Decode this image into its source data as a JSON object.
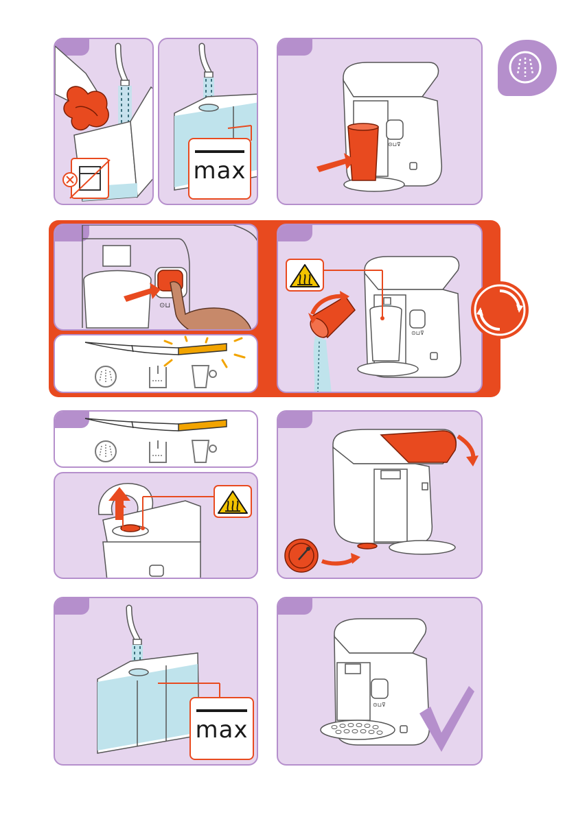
{
  "max_label_1": "max",
  "max_label_2": "max",
  "colors": {
    "accent_purple": "#b58fcc",
    "panel_bg": "#e6d5ee",
    "signal_red": "#e84a1f",
    "indicator_yellow": "#f2a400",
    "water_blue": "#bfe3ec"
  },
  "icons": {
    "descale_badge": "descale-drops-icon",
    "no_dishwasher": "no-dishwasher-icon",
    "hot_surface": "hot-surface-warning-icon",
    "repeat_cycle": "repeat-cycle-icon",
    "done": "checkmark-icon",
    "indicators": [
      "descale-icon",
      "water-tank-icon",
      "cup-icon"
    ]
  },
  "indicator_states": {
    "panel_4_highlight_segment": 3,
    "panel_4_highlight_blinking": true,
    "panel_6_highlight_segment": 3,
    "panel_6_highlight_blinking": false
  }
}
